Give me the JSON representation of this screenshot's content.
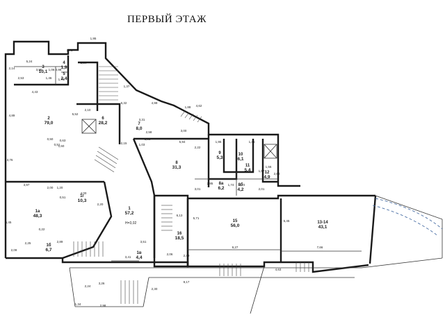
{
  "title": "ПЕРВЫЙ ЭТАЖ",
  "colors": {
    "wall": "#1a1a1a",
    "dash": "#4a6fa5",
    "background": "#ffffff"
  },
  "rooms": [
    {
      "number": "2",
      "area": "79,0"
    },
    {
      "number": "3",
      "area": "10,1"
    },
    {
      "number": "4",
      "area": "1,9"
    },
    {
      "number": "5",
      "area": "2,4"
    },
    {
      "number": "6",
      "area": "28,2"
    },
    {
      "number": "7",
      "area": "8,0"
    },
    {
      "number": "8",
      "area": "31,3"
    },
    {
      "number": "9",
      "area": "5,3"
    },
    {
      "number": "10",
      "area": "6,1"
    },
    {
      "number": "11",
      "area": "5,4"
    },
    {
      "number": "12",
      "area": "4,9"
    },
    {
      "number": "8а",
      "area": "6,2"
    },
    {
      "number": "8б",
      "area": "4,2"
    },
    {
      "number": "1",
      "area": "57,2"
    },
    {
      "number": "1а",
      "area": "48,3"
    },
    {
      "number": "1г",
      "area": "10,3"
    },
    {
      "number": "1б",
      "area": "6,7"
    },
    {
      "number": "1в",
      "area": "4,4"
    },
    {
      "number": "16",
      "area": "18,5"
    },
    {
      "number": "15",
      "area": "56,0"
    },
    {
      "number": "13-14",
      "area": "43,1"
    }
  ],
  "height_note": "H=3,02",
  "dimensions": [
    {
      "v": "1,95"
    },
    {
      "v": "2,76"
    },
    {
      "v": "5,24"
    },
    {
      "v": "2,34"
    },
    {
      "v": "2,14"
    },
    {
      "v": "3,95"
    },
    {
      "v": "1,06"
    },
    {
      "v": "0,98"
    },
    {
      "v": "2,53"
    },
    {
      "v": "1,46"
    },
    {
      "v": "1,78"
    },
    {
      "v": "4,43"
    },
    {
      "v": "1,37"
    },
    {
      "v": "4,99"
    },
    {
      "v": "5,52"
    },
    {
      "v": "6,32"
    },
    {
      "v": "4,89"
    },
    {
      "v": "2,10"
    },
    {
      "v": "3,31"
    },
    {
      "v": "2,58"
    },
    {
      "v": "3,00"
    },
    {
      "v": "1,88"
    },
    {
      "v": "0,50"
    },
    {
      "v": "0,51"
    },
    {
      "v": "1,60"
    },
    {
      "v": "0,63"
    },
    {
      "v": "2,15"
    },
    {
      "v": "1,03"
    },
    {
      "v": "5,94"
    },
    {
      "v": "2,22"
    },
    {
      "v": "1,95"
    },
    {
      "v": "1,46"
    },
    {
      "v": "3,76"
    },
    {
      "v": "2,00"
    },
    {
      "v": "1,20"
    },
    {
      "v": "4,00"
    },
    {
      "v": "0,51"
    },
    {
      "v": "3,97"
    },
    {
      "v": "2,20"
    },
    {
      "v": "2,85"
    },
    {
      "v": "3,01"
    },
    {
      "v": "1,74"
    },
    {
      "v": "1,72"
    },
    {
      "v": "2,01"
    },
    {
      "v": "1,57"
    },
    {
      "v": "1,56"
    },
    {
      "v": "2,60"
    },
    {
      "v": "5,45"
    },
    {
      "v": "0,22"
    },
    {
      "v": "2,25"
    },
    {
      "v": "2,89"
    },
    {
      "v": "2,09"
    },
    {
      "v": "6,13"
    },
    {
      "v": "5,71"
    },
    {
      "v": "5,45"
    },
    {
      "v": "9,27"
    },
    {
      "v": "7,66"
    },
    {
      "v": "3,51"
    },
    {
      "v": "3,41"
    },
    {
      "v": "2,49"
    },
    {
      "v": "4,63"
    },
    {
      "v": "2,24"
    },
    {
      "v": "3,26"
    },
    {
      "v": "2,30"
    },
    {
      "v": "9,17"
    },
    {
      "v": "1,34"
    },
    {
      "v": "2,98"
    },
    {
      "v": "3,06"
    },
    {
      "v": "2,06"
    },
    {
      "v": "4,62"
    }
  ]
}
